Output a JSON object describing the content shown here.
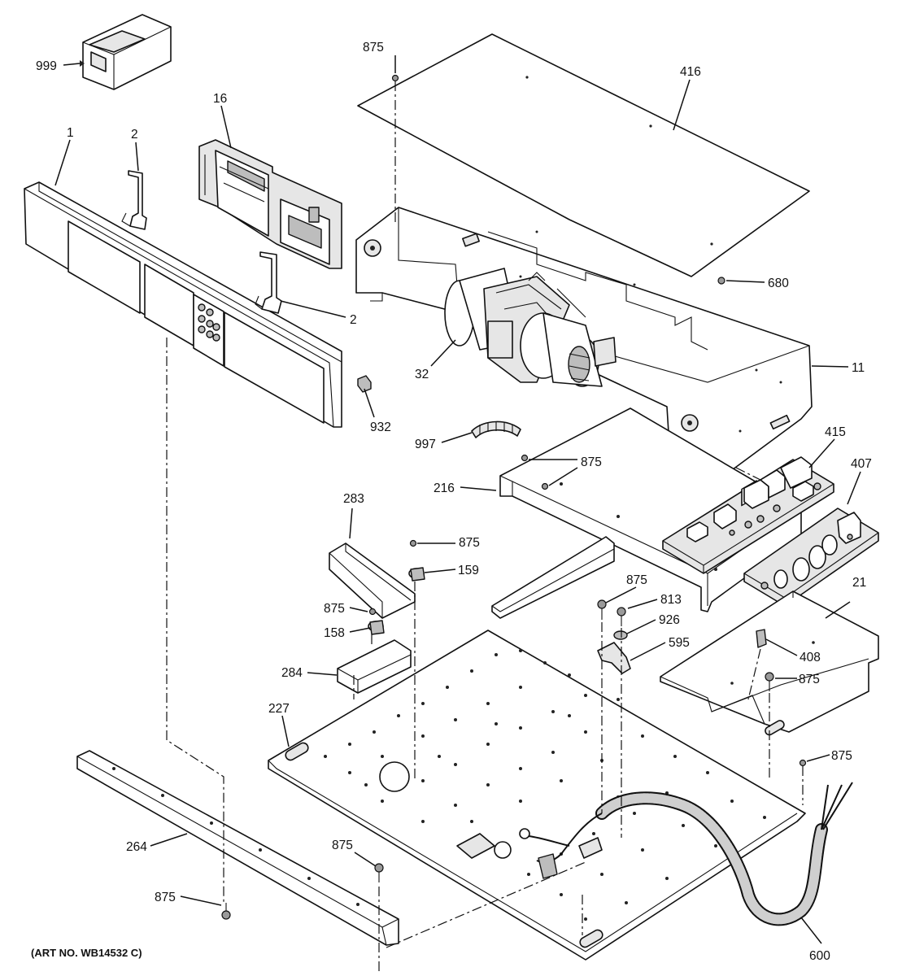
{
  "art_number": "(ART NO. WB14532 C)",
  "callouts": {
    "c999": "999",
    "c16": "16",
    "c1": "1",
    "c2a": "2",
    "c2b": "2",
    "c932": "932",
    "c875_top": "875",
    "c416": "416",
    "c680": "680",
    "c32": "32",
    "c11": "11",
    "c997": "997",
    "c875_216": "875",
    "c216": "216",
    "c415": "415",
    "c407": "407",
    "c283": "283",
    "c875_159": "875",
    "c159": "159",
    "c875_158": "875",
    "c158": "158",
    "c284": "284",
    "c875_813": "875",
    "c813": "813",
    "c926": "926",
    "c595": "595",
    "c21": "21",
    "c408": "408",
    "c875_408": "875",
    "c227": "227",
    "c875_right": "875",
    "c264": "264",
    "c875_bot": "875",
    "c875_left": "875",
    "c600": "600"
  }
}
